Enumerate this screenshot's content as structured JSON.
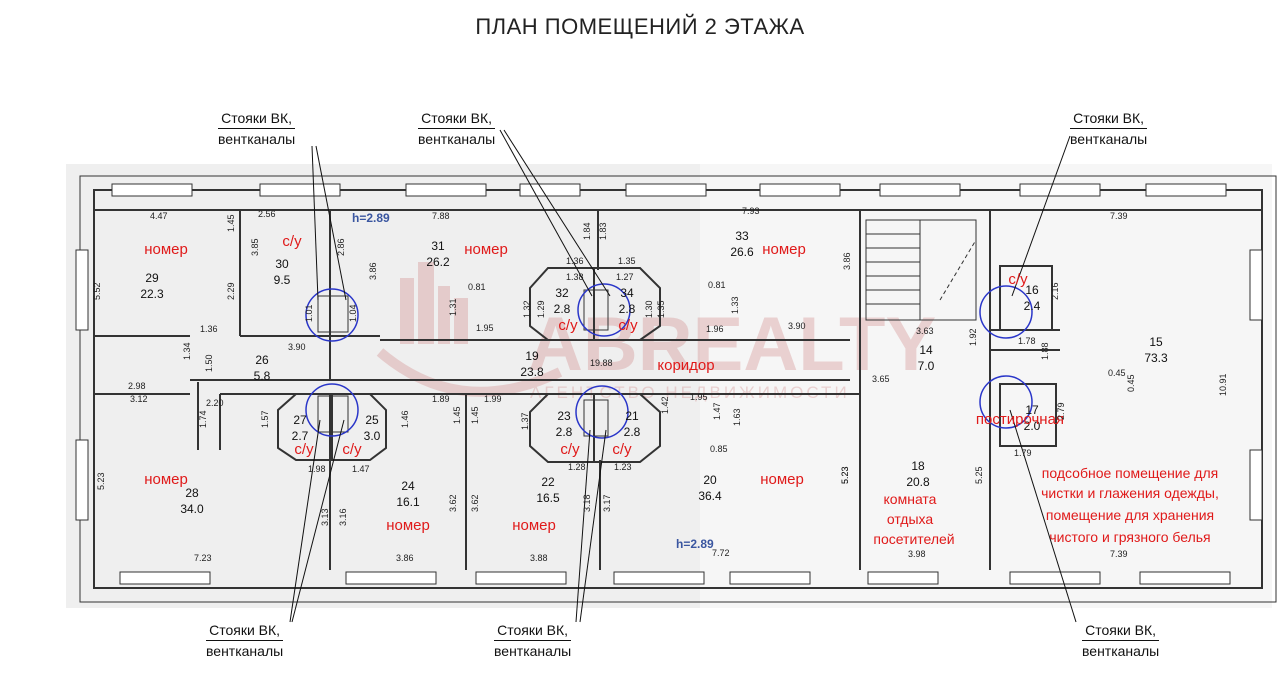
{
  "title": "ПЛАН ПОМЕЩЕНИЙ 2 ЭТАЖА",
  "watermark": {
    "brand": "ABREALTY",
    "tagline": "АГЕНТСТВО НЕДВИЖИМОСТИ"
  },
  "callouts": [
    {
      "line1": "Стояки ВК,",
      "line2": "вентканалы"
    },
    {
      "line1": "Стояки ВК,",
      "line2": "вентканалы"
    },
    {
      "line1": "Стояки ВК,",
      "line2": "вентканалы"
    },
    {
      "line1": "Стояки ВК,",
      "line2": "вентканалы"
    },
    {
      "line1": "Стояки ВК,",
      "line2": "вентканалы"
    },
    {
      "line1": "Стояки ВК,",
      "line2": "вентканалы"
    }
  ],
  "heights": {
    "top": "h=2.89",
    "bottom": "h=2.89"
  },
  "rooms": [
    {
      "num": "29",
      "area": "22.3",
      "label": "номер"
    },
    {
      "num": "30",
      "area": "9.5",
      "label": "с/у"
    },
    {
      "num": "31",
      "area": "26.2",
      "label": "номер"
    },
    {
      "num": "32",
      "area": "2.8",
      "label": "с/у"
    },
    {
      "num": "34",
      "area": "2.8",
      "label": "с/у"
    },
    {
      "num": "33",
      "area": "26.6",
      "label": "номер"
    },
    {
      "num": "26",
      "area": "5.8",
      "label": ""
    },
    {
      "num": "19",
      "area": "23.8",
      "label": "коридор"
    },
    {
      "num": "14",
      "area": "7.0",
      "label": ""
    },
    {
      "num": "16",
      "area": "2.4",
      "label": "с/у"
    },
    {
      "num": "15",
      "area": "73.3",
      "label": ""
    },
    {
      "num": "28",
      "area": "34.0",
      "label": "номер"
    },
    {
      "num": "27",
      "area": "2.7",
      "label": "с/у"
    },
    {
      "num": "25",
      "area": "3.0",
      "label": "с/у"
    },
    {
      "num": "24",
      "area": "16.1",
      "label": "номер"
    },
    {
      "num": "22",
      "area": "16.5",
      "label": "номер"
    },
    {
      "num": "23",
      "area": "2.8",
      "label": "с/у"
    },
    {
      "num": "21",
      "area": "2.8",
      "label": "с/у"
    },
    {
      "num": "20",
      "area": "36.4",
      "label": "номер"
    },
    {
      "num": "18",
      "area": "20.8",
      "label": ""
    },
    {
      "num": "17",
      "area": "2.0",
      "label": "постирочная"
    }
  ],
  "room18_label": [
    "комната",
    "отдыха",
    "посетителей"
  ],
  "room15_label": [
    "подсобное помещение для",
    "чистки и глажения одежды,",
    "помещение для хранения",
    "чистого и грязного белья"
  ],
  "dims": [
    "4.47",
    "2.56",
    "7.88",
    "7.93",
    "7.39",
    "1.45",
    "3.85",
    "2.29",
    "5.52",
    "1.36",
    "3.90",
    "1.34",
    "1.50",
    "2.98",
    "3.12",
    "2.20",
    "2.86",
    "1.01",
    "1.04",
    "3.86",
    "0.81",
    "1.31",
    "1.95",
    "1.36",
    "1.84",
    "1.83",
    "1.35",
    "1.38",
    "1.27",
    "1.32",
    "1.29",
    "1.30",
    "1.35",
    "0.81",
    "1.33",
    "1.96",
    "3.90",
    "3.86",
    "3.63",
    "1.92",
    "1.78",
    "1.88",
    "2.16",
    "0.45",
    "0.45",
    "10.91",
    "19.88",
    "3.65",
    "1.89",
    "1.45",
    "1.99",
    "1.37",
    "1.45",
    "1.95",
    "1.47",
    "1.63",
    "0.85",
    "1.57",
    "1.74",
    "1.46",
    "1.98",
    "1.47",
    "1.28",
    "1.23",
    "5.23",
    "3.13",
    "3.16",
    "3.62",
    "3.62",
    "3.18",
    "3.17",
    "5.23",
    "5.25",
    "7.23",
    "3.86",
    "3.88",
    "7.72",
    "3.98",
    "7.39",
    "1.79",
    "5.23",
    "1.42",
    "2.79"
  ]
}
